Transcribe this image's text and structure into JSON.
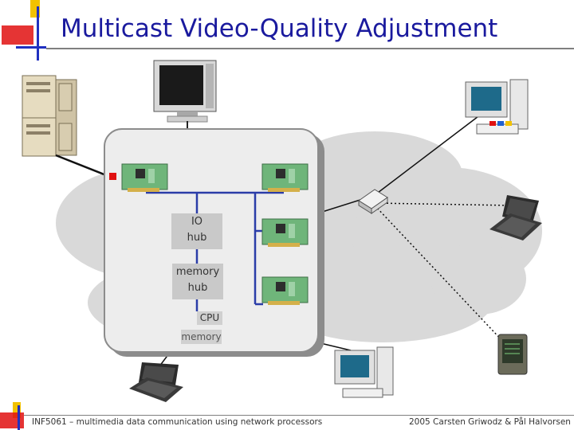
{
  "slide": {
    "title": "Multicast Video-Quality Adjustment"
  },
  "diagram": {
    "io_hub": [
      "IO",
      "hub"
    ],
    "memory_hub": [
      "memory",
      "hub"
    ],
    "cpu_label": "CPU",
    "memory_label": "memory"
  },
  "footer": {
    "left": "INF5061 – multimedia data communication using network processors",
    "right": "2005 Carsten Griwodz & Pål Halvorsen"
  },
  "colors": {
    "title": "#1a1a9e",
    "bus": "#2b3da8",
    "cloud": "#d9d9d9",
    "card": "#6fb57a",
    "accent_red": "#e01010",
    "accent_yellow": "#f2c200",
    "accent_blue": "#2030c0"
  }
}
